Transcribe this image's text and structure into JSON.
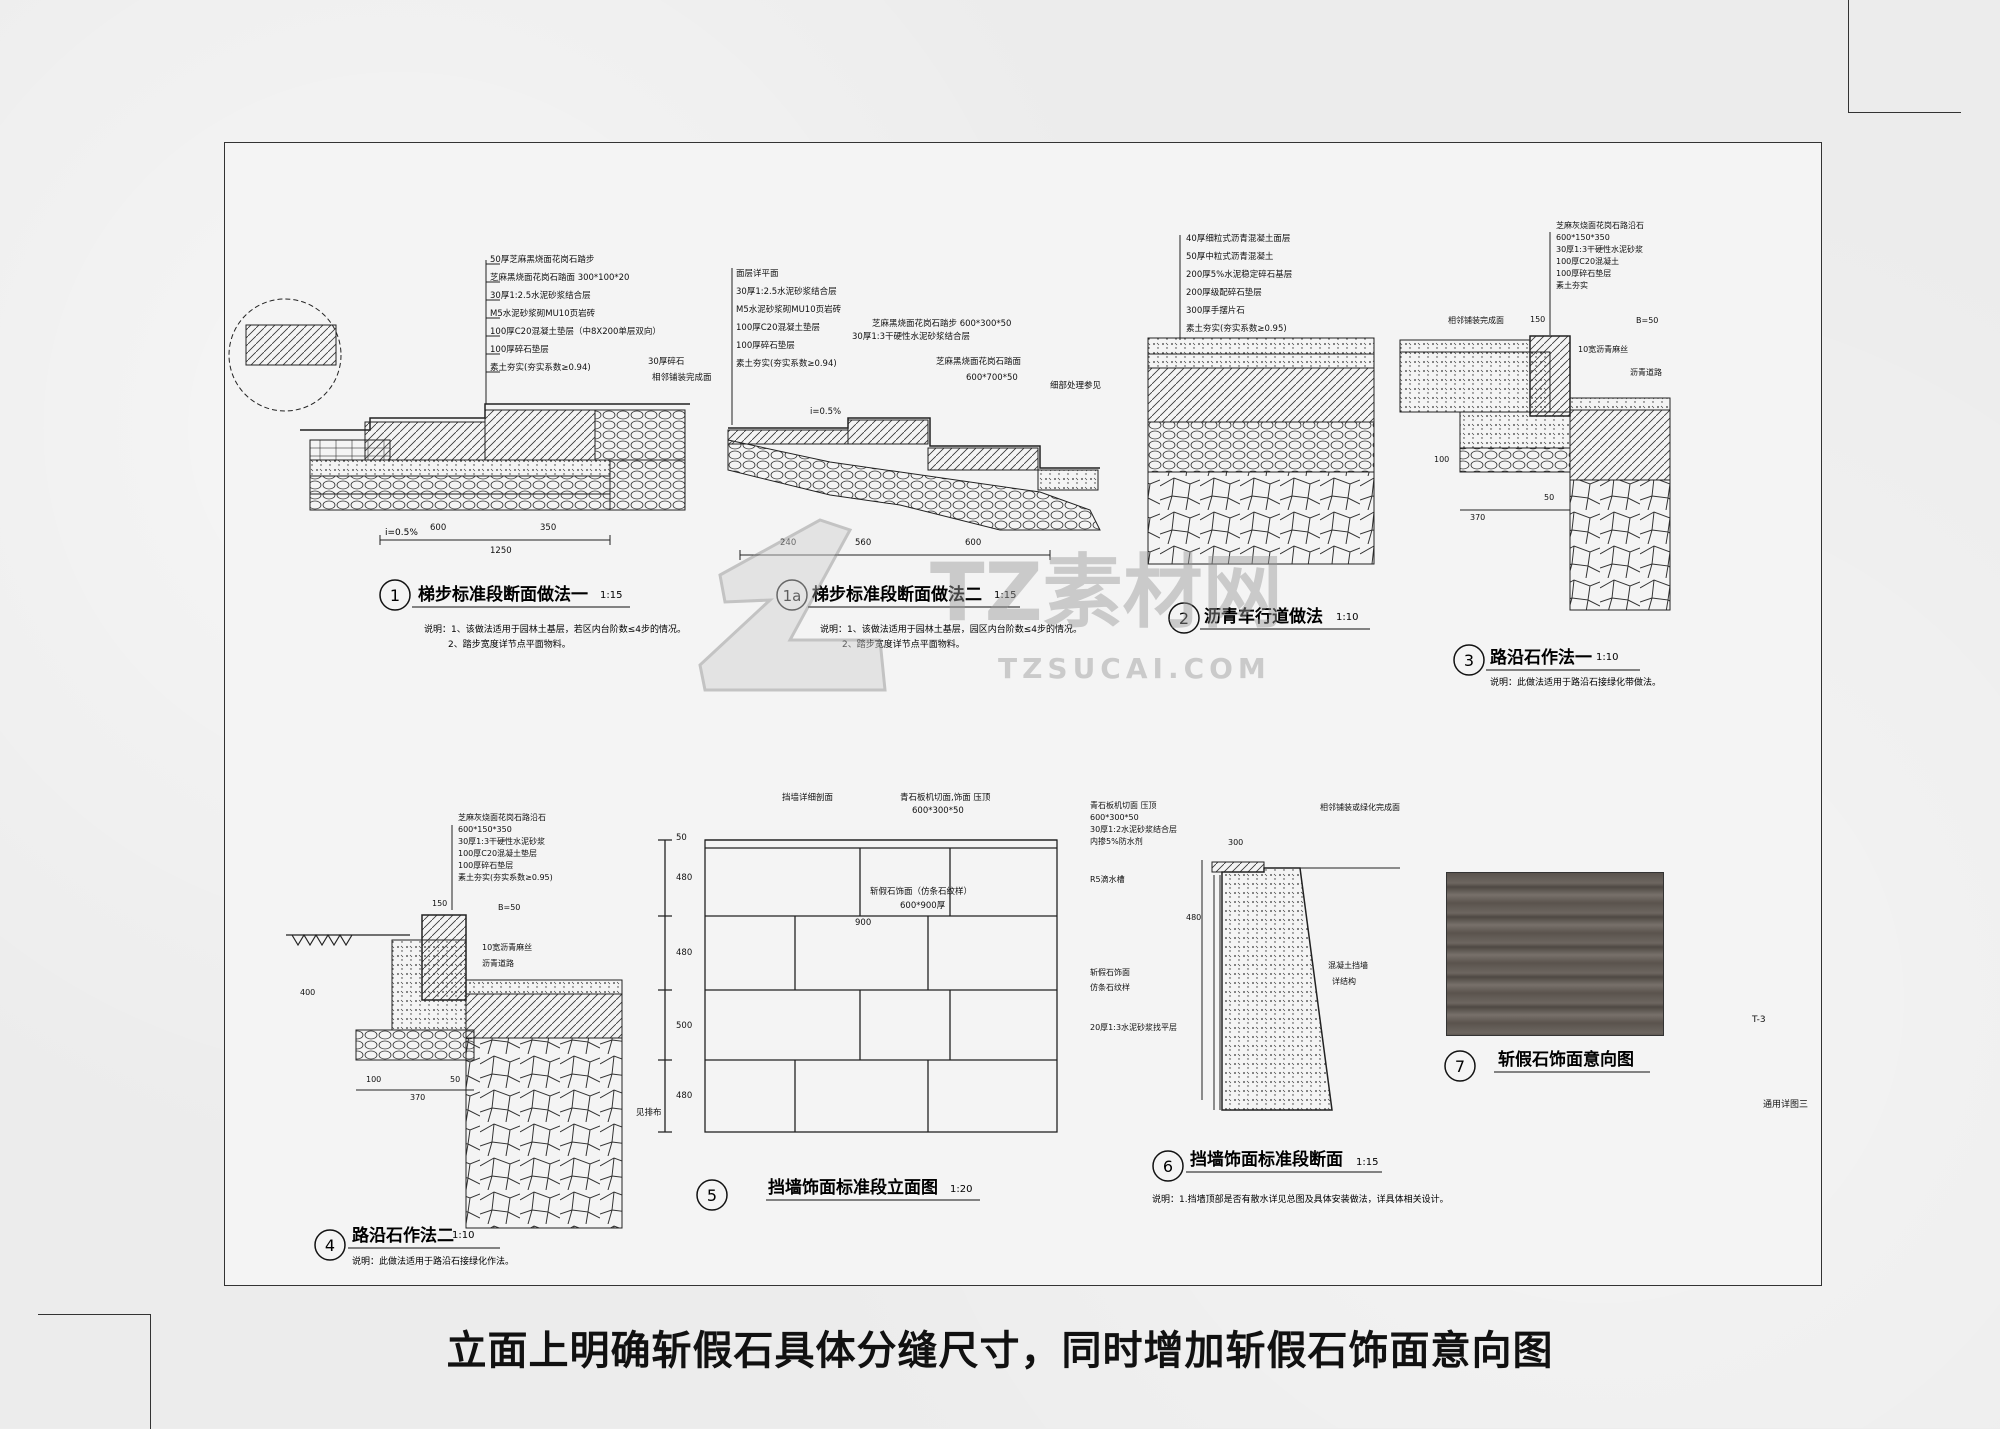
{
  "caption": "立面上明确斩假石具体分缝尺寸，同时增加斩假石饰面意向图",
  "watermark": {
    "brand": "TZ素材网",
    "url": "TZSUCAI.COM"
  },
  "sheet_notes": {
    "right_label": "通用详图三",
    "scale_mark": "T-3"
  },
  "details": [
    {
      "num": "1",
      "title": "梯步标准段断面做法一",
      "scale": "1:15",
      "notes": [
        "说明：1、该做法适用于园林土基层，若区内台阶数≤4步的情况。",
        "2、踏步宽度详节点平面物料。"
      ],
      "layers": [
        "50厚芝麻黑烧面花岗石踏步",
        "芝麻黑烧面花岗石踏面 300*100*20",
        "30厚1:2.5水泥砂浆结合层",
        "M5水泥砂浆砌MU10页岩砖",
        "100厚C20混凝土垫层（中8X200单层双向）",
        "100厚碎石垫层",
        "素土夯实(夯实系数≥0.94)"
      ],
      "callouts": [
        "30厚碎石",
        "相邻铺装完成面"
      ],
      "dims": [
        "600",
        "350",
        "1250",
        "i=0.5%"
      ]
    },
    {
      "num": "1a",
      "title": "梯步标准段断面做法二",
      "scale": "1:15",
      "notes": [
        "说明：1、该做法适用于园林土基层，园区内台阶数≤4步的情况。",
        "2、踏步宽度详节点平面物料。"
      ],
      "layers": [
        "面层详平面",
        "30厚1:2.5水泥砂浆结合层",
        "M5水泥砂浆砌MU10页岩砖",
        "100厚C20混凝土垫层",
        "100厚碎石垫层",
        "素土夯实(夯实系数≥0.94)"
      ],
      "callouts": [
        "芝麻黑烧面花岗石踏步 600*300*50",
        "30厚1:3干硬性水泥砂浆结合层",
        "芝麻黑烧面花岗石踏面",
        "600*700*50",
        "细部处理参见"
      ],
      "dims": [
        "240",
        "560",
        "600",
        "i=0.5%"
      ]
    },
    {
      "num": "2",
      "title": "沥青车行道做法",
      "scale": "1:10",
      "notes": [],
      "layers": [
        "40厚细粒式沥青混凝土面层",
        "50厚中粒式沥青混凝土",
        "200厚5%水泥稳定碎石基层",
        "200厚级配碎石垫层",
        "300厚手摆片石",
        "素土夯实(夯实系数≥0.95)"
      ],
      "callouts": [],
      "dims": []
    },
    {
      "num": "3",
      "title": "路沿石作法一",
      "scale": "1:10",
      "notes": [
        "说明：此做法适用于路沿石接绿化带做法。"
      ],
      "layers": [
        "芝麻灰烧面花岗石路沿石",
        "600*150*350",
        "30厚1:3干硬性水泥砂浆",
        "100厚C20混凝土",
        "100厚碎石垫层",
        "素土夯实"
      ],
      "callouts": [
        "相邻铺装完成面",
        "B=50",
        "10宽沥青麻丝",
        "沥青道路"
      ],
      "dims": [
        "150",
        "100",
        "370",
        "50"
      ]
    },
    {
      "num": "4",
      "title": "路沿石作法二",
      "scale": "1:10",
      "notes": [
        "说明：此做法适用于路沿石接绿化作法。"
      ],
      "layers": [
        "芝麻灰烧面花岗石路沿石",
        "600*150*350",
        "30厚1:3干硬性水泥砂浆",
        "100厚C20混凝土垫层",
        "100厚碎石垫层",
        "素土夯实(夯实系数≥0.95)"
      ],
      "callouts": [
        "B=50",
        "10宽沥青麻丝",
        "沥青道路"
      ],
      "dims": [
        "150",
        "400",
        "100",
        "370",
        "50"
      ]
    },
    {
      "num": "5",
      "title": "挡墙饰面标准段立面图",
      "scale": "1:20",
      "notes": [],
      "layers": [],
      "callouts": [
        "挡墙详细剖面",
        "青石板机切面,饰面 压顶",
        "600*300*50",
        "斩假石饰面（仿条石纹样）",
        "600*900厚"
      ],
      "dims": [
        "50",
        "480",
        "480",
        "500",
        "480",
        "见排布",
        "900"
      ]
    },
    {
      "num": "6",
      "title": "挡墙饰面标准段断面",
      "scale": "1:15",
      "notes": [
        "说明：1.挡墙顶部是否有散水详见总图及具体安装做法，详具体相关设计。"
      ],
      "layers": [
        "青石板机切面 压顶",
        "600*300*50",
        "30厚1:2水泥砂浆结合层",
        "内掺5%防水剂"
      ],
      "callouts": [
        "相邻铺装或绿化完成面",
        "R5滴水槽",
        "斩假石饰面",
        "仿条石纹样",
        "20厚1:3水泥砂浆找平层",
        "混凝土挡墙",
        "详结构"
      ],
      "dims": [
        "300",
        "480"
      ]
    },
    {
      "num": "7",
      "title": "斩假石饰面意向图",
      "scale": "",
      "notes": [],
      "layers": [],
      "callouts": [],
      "dims": []
    }
  ]
}
